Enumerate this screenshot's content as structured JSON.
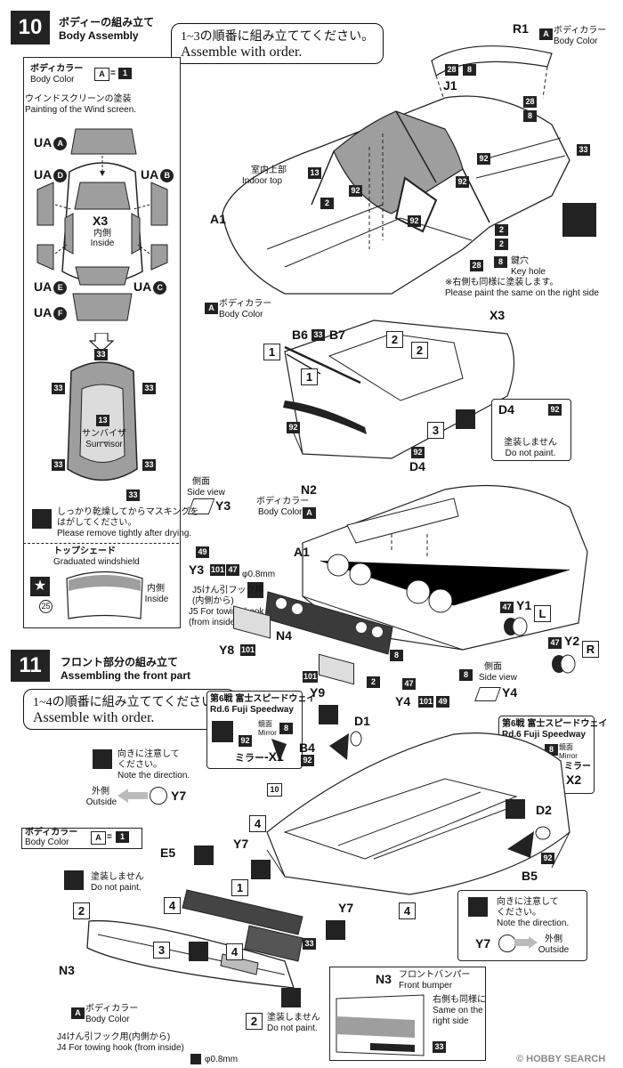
{
  "step10": {
    "number": "10",
    "title_jp": "ボディーの組み立て",
    "title_en": "Body Assembly",
    "order_jp": "1~3の順番に組み立ててください。",
    "order_en": "Assemble with order."
  },
  "left_panel": {
    "body_color_jp": "ボディカラー",
    "body_color_en": "Body Color",
    "color_code": "A",
    "color_eq": "=",
    "color_num": "1",
    "windscreen_jp": "ウインドスクリーンの塗装",
    "windscreen_en": "Painting of the Wind screen.",
    "ua_a": "UA",
    "ua_a_sub": "A",
    "ua_b": "UA",
    "ua_b_sub": "B",
    "ua_c": "UA",
    "ua_c_sub": "C",
    "ua_d": "UA",
    "ua_d_sub": "D",
    "ua_e": "UA",
    "ua_e_sub": "E",
    "ua_f": "UA",
    "ua_f_sub": "F",
    "x3": "X3",
    "inside_jp": "内側",
    "inside_en": "Inside",
    "n33": "33",
    "n13": "13",
    "sunvisor_jp": "サンバイザー",
    "sunvisor_en": "Sun visor",
    "dry_jp": "しっかり乾燥してからマスキングを",
    "dry_jp2": "はがしてください。",
    "dry_en": "Please remove tightly after drying.",
    "top_shade_jp": "トップシェード",
    "top_shade_en": "Graduated windshield",
    "n25": "25",
    "inside2_jp": "内側",
    "inside2_en": "Inside"
  },
  "body_parts": {
    "r1": "R1",
    "body_color_jp": "ボディカラー",
    "body_color_en": "Body Color",
    "a": "A",
    "n28": "28",
    "n8": "8",
    "j1": "J1",
    "n33": "33",
    "n92": "92",
    "n13": "13",
    "indoor_jp": "室内上部",
    "indoor_en": "Indoor top",
    "n2": "2",
    "a1": "A1",
    "keyhole_jp": "鍵穴",
    "keyhole_en": "Key hole",
    "right_side_jp": "※右側も同様に塗装します。",
    "right_side_en": "Please paint the same on the right side",
    "x3": "X3",
    "b6": "B6",
    "b7": "B7",
    "s1": "1",
    "s2": "2",
    "s3": "3",
    "d4": "D4",
    "no_paint_jp": "塗装しません",
    "no_paint_en": "Do not paint."
  },
  "rear_parts": {
    "side_view_jp": "側面",
    "side_view_en": "Side view",
    "y3": "Y3",
    "n2": "N2",
    "body_color_jp": "ボディカラー",
    "body_color_en": "Body Color",
    "a": "A",
    "a1": "A1",
    "n49": "49",
    "n101": "101",
    "n47": "47",
    "dia": "φ0.8mm",
    "j5_jp": "J5けん引フック用",
    "j5_jp2": "(内側から)",
    "j5_en": "J5 For towing hook",
    "j5_en2": "(from inside)",
    "n4": "N4",
    "y8": "Y8",
    "y9": "Y9",
    "n8": "8",
    "n2b": "2",
    "y1": "Y1",
    "y2": "Y2",
    "l": "L",
    "r": "R",
    "y4": "Y4",
    "side_view2_jp": "側面",
    "side_view2_en": "Side view"
  },
  "step11": {
    "number": "11",
    "title_jp": "フロント部分の組み立て",
    "title_en": "Assembling the front part",
    "order_jp": "1~4の順番に組み立ててください。",
    "order_en": "Assemble with order."
  },
  "front_parts": {
    "fuji_jp": "第6戦 富士スピードウェイ",
    "fuji_en": "Rd.6 Fuji Speedway",
    "mirror_jp": "鏡面",
    "mirror_en": "Mirror",
    "mirror_label": "ミラー",
    "x1": "X1",
    "x2": "X2",
    "d1": "D1",
    "b4": "B4",
    "d2": "D2",
    "b5": "B5",
    "n92": "92",
    "n8": "8",
    "n10": "10",
    "direction_jp": "向きに注意して",
    "direction_jp2": "ください。",
    "direction_en": "Note the direction.",
    "outside_jp": "外側",
    "outside_en": "Outside",
    "y7": "Y7",
    "body_color_jp": "ボディカラー",
    "body_color_en": "Body Color",
    "color_code": "A",
    "color_eq": "=",
    "color_num": "1",
    "e5": "E5",
    "no_paint_jp": "塗装しません",
    "no_paint_en": "Do not paint.",
    "n3": "N3",
    "a": "A",
    "n33": "33",
    "j4_jp": "J4けん引フック用(内側から)",
    "j4_en": "J4 For towing hook (from inside)",
    "dia": "φ0.8mm",
    "front_bumper_jp": "フロントバンパー",
    "front_bumper_en": "Front bumper",
    "same_jp": "右側も同様に",
    "same_en": "Same on the",
    "same_en2": "right side",
    "s1": "1",
    "s2": "2",
    "s3": "3",
    "s4": "4"
  },
  "watermark": "© HOBBY SEARCH"
}
